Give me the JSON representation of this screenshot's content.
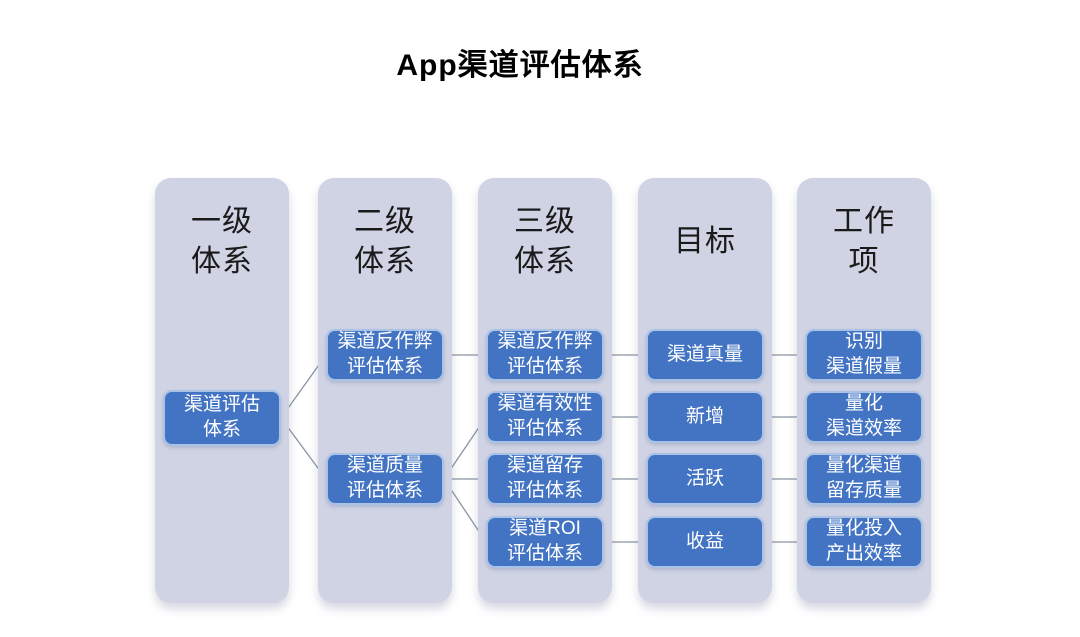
{
  "title": "App渠道评估体系",
  "colors": {
    "node_fill": "#4374C4",
    "node_border": "#A9C2E5",
    "node_text": "#FFFFFF",
    "panel_bg": "#CFD3E4",
    "header_text": "#1A1A1A",
    "connector": "#8A93A3",
    "background": "#FFFFFF"
  },
  "columns": [
    {
      "id": "level-1",
      "header": "一级\n体系",
      "nodes": [
        {
          "id": "c1b1",
          "label": "渠道评估\n体系"
        }
      ]
    },
    {
      "id": "level-2",
      "header": "二级\n体系",
      "nodes": [
        {
          "id": "c2b1",
          "label": "渠道反作弊\n评估体系"
        },
        {
          "id": "c2b2",
          "label": "渠道质量\n评估体系"
        }
      ]
    },
    {
      "id": "level-3",
      "header": "三级\n体系",
      "nodes": [
        {
          "id": "c3b1",
          "label": "渠道反作弊\n评估体系"
        },
        {
          "id": "c3b2",
          "label": "渠道有效性\n评估体系"
        },
        {
          "id": "c3b3",
          "label": "渠道留存\n评估体系"
        },
        {
          "id": "c3b4",
          "label": "渠道ROI\n评估体系"
        }
      ]
    },
    {
      "id": "goals",
      "header": "目标",
      "nodes": [
        {
          "id": "c4b1",
          "label": "渠道真量"
        },
        {
          "id": "c4b2",
          "label": "新增"
        },
        {
          "id": "c4b3",
          "label": "活跃"
        },
        {
          "id": "c4b4",
          "label": "收益"
        }
      ]
    },
    {
      "id": "work-items",
      "header": "工作\n项",
      "nodes": [
        {
          "id": "c5b1",
          "label": "识别\n渠道假量"
        },
        {
          "id": "c5b2",
          "label": "量化\n渠道效率"
        },
        {
          "id": "c5b3",
          "label": "量化渠道\n留存质量"
        },
        {
          "id": "c5b4",
          "label": "量化投入\n产出效率"
        }
      ]
    }
  ],
  "connections": [
    {
      "from": "c1b1",
      "to": "c2b1"
    },
    {
      "from": "c1b1",
      "to": "c2b2"
    },
    {
      "from": "c2b1",
      "to": "c3b1"
    },
    {
      "from": "c2b2",
      "to": "c3b2"
    },
    {
      "from": "c2b2",
      "to": "c3b3"
    },
    {
      "from": "c2b2",
      "to": "c3b4"
    },
    {
      "from": "c3b1",
      "to": "c4b1"
    },
    {
      "from": "c3b2",
      "to": "c4b2"
    },
    {
      "from": "c3b3",
      "to": "c4b3"
    },
    {
      "from": "c3b4",
      "to": "c4b4"
    },
    {
      "from": "c4b1",
      "to": "c5b1"
    },
    {
      "from": "c4b2",
      "to": "c5b2"
    },
    {
      "from": "c4b3",
      "to": "c5b3"
    },
    {
      "from": "c4b4",
      "to": "c5b4"
    }
  ]
}
